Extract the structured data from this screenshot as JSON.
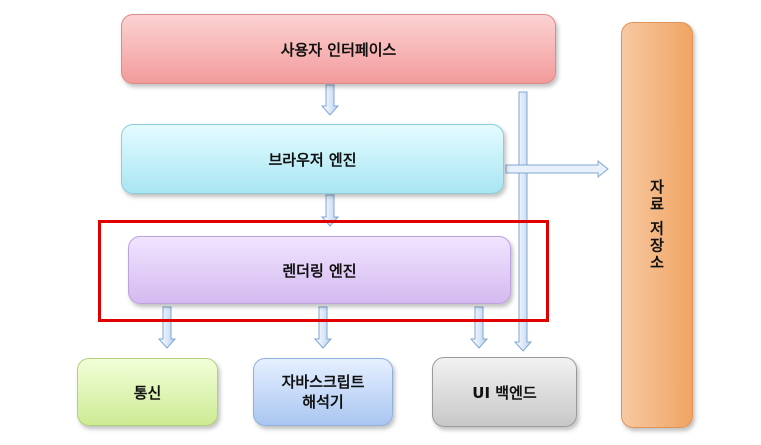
{
  "boxes": {
    "user_interface": "사용자 인터페이스",
    "browser_engine": "브라우저 엔진",
    "rendering_engine": "렌더링 엔진",
    "networking": "통신",
    "js_interpreter_line1": "자바스크립트",
    "js_interpreter_line2": "해석기",
    "ui_backend": "UI 백엔드",
    "data_storage": "자료 저장소"
  },
  "colors": {
    "highlight": "#e00000",
    "arrow_fill": "#d6e6f7",
    "arrow_stroke": "#7fa6d6"
  }
}
